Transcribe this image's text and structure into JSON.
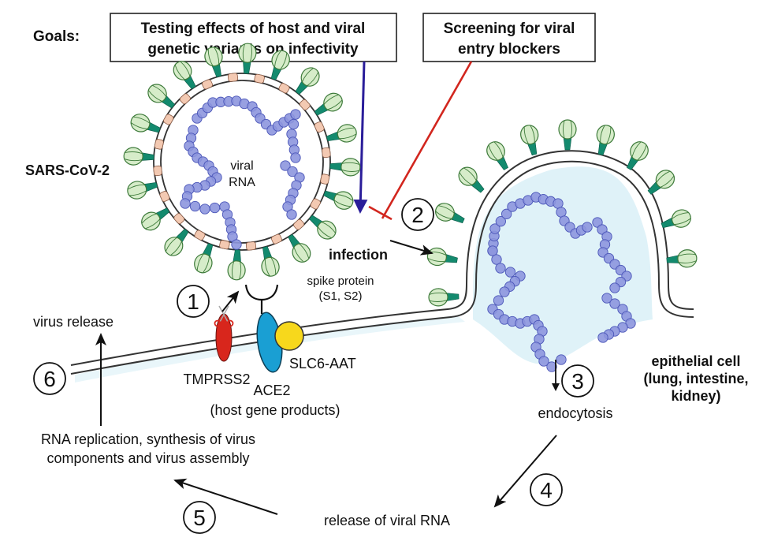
{
  "goals": {
    "label": "Goals:",
    "box1": {
      "line1": "Testing effects of host and viral",
      "line2": "genetic variants on infectivity"
    },
    "box2": {
      "line1": "Screening for viral",
      "line2": "entry blockers"
    }
  },
  "virus": {
    "name": "SARS-CoV-2",
    "rna_line1": "viral",
    "rna_line2": "RNA"
  },
  "labels": {
    "infection": "infection",
    "spike_line1": "spike protein",
    "spike_line2": "(S1, S2)",
    "tmprss2": "TMPRSS2",
    "ace2": "ACE2",
    "slc6": "SLC6-AAT",
    "host_products": "(host gene products)",
    "virus_release": "virus release",
    "cell_line1": "epithelial cell",
    "cell_line2": "(lung, intestine,",
    "cell_line3": "kidney)",
    "endocytosis": "endocytosis",
    "release_rna": "release of viral RNA",
    "replication_line1": "RNA replication, synthesis of virus",
    "replication_line2": "components and virus assembly"
  },
  "steps": [
    "1",
    "2",
    "3",
    "4",
    "5",
    "6"
  ],
  "colors": {
    "testing_arrow": "#2a1d9a",
    "blocker_line": "#d2261e",
    "spike_head": "#d6ecc9",
    "spike_stalk": "#138a6e",
    "envelope_protein": "#f3c9b2",
    "rna_bead": "#8d96de",
    "cytoplasm": "#d9f0f7",
    "tmprss2": "#d8261c",
    "ace2": "#1a9fd3",
    "slc6": "#f7d81c"
  }
}
